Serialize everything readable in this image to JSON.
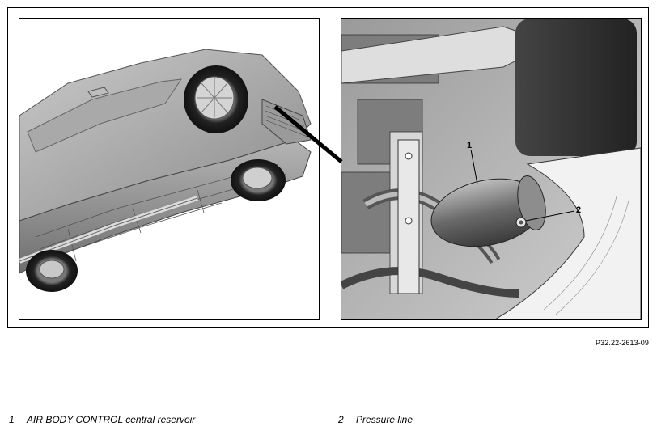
{
  "figure": {
    "code": "P32.22-2613-09",
    "callouts": [
      {
        "num": "1"
      },
      {
        "num": "2"
      }
    ]
  },
  "legend": [
    {
      "num": "1",
      "label": "AIR BODY CONTROL central reservoir"
    },
    {
      "num": "2",
      "label": "Pressure line"
    }
  ]
}
